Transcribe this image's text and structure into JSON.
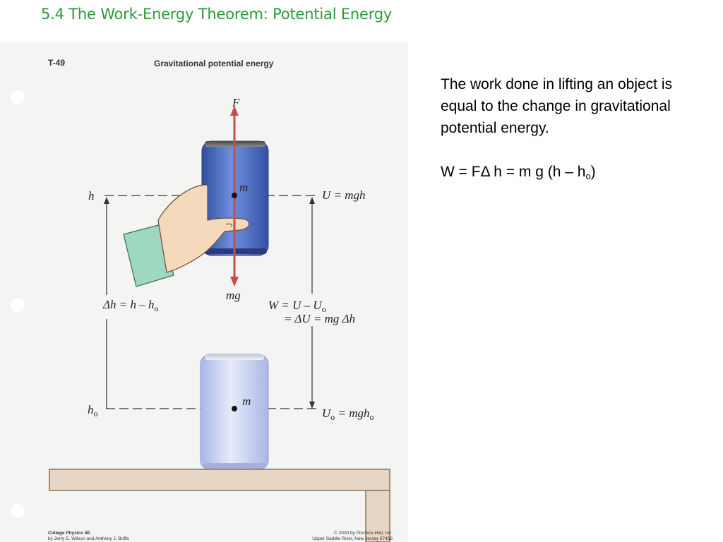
{
  "slide": {
    "title": "5.4 The Work-Energy Theorem: Potential Energy"
  },
  "figure": {
    "plate_id": "T-49",
    "caption": "Gravitational potential energy",
    "labels": {
      "force": "F",
      "weight": "mg",
      "mass_top": "m",
      "mass_bottom": "m",
      "height_top": "h",
      "height_bottom_base": "h",
      "height_bottom_sub": "o",
      "energy_top": "U = mgh",
      "energy_bottom_a": "U",
      "energy_bottom_b": "o",
      "energy_bottom_c": " = mgh",
      "energy_bottom_d": "o",
      "delta_h_a": "Δh = h – h",
      "delta_h_b": "o",
      "work_line1_a": "W = U – U",
      "work_line1_b": "o",
      "work_line2": "= ΔU = mg Δh"
    },
    "footer_left_line1": "College Physics 4E",
    "footer_left_line2": "by Jerry D. Wilson and Anthony J. Buffa",
    "footer_right_line1": "© 2000 by Prentice-Hall, Inc.",
    "footer_right_line2": "Upper Saddle River, New Jersey 07458"
  },
  "body": {
    "statement": "The work done in lifting an object is equal to the change in gravitational potential energy.",
    "equation_main": "W = FΔ h = m g (h – h",
    "equation_sub": "o",
    "equation_close": ")"
  }
}
